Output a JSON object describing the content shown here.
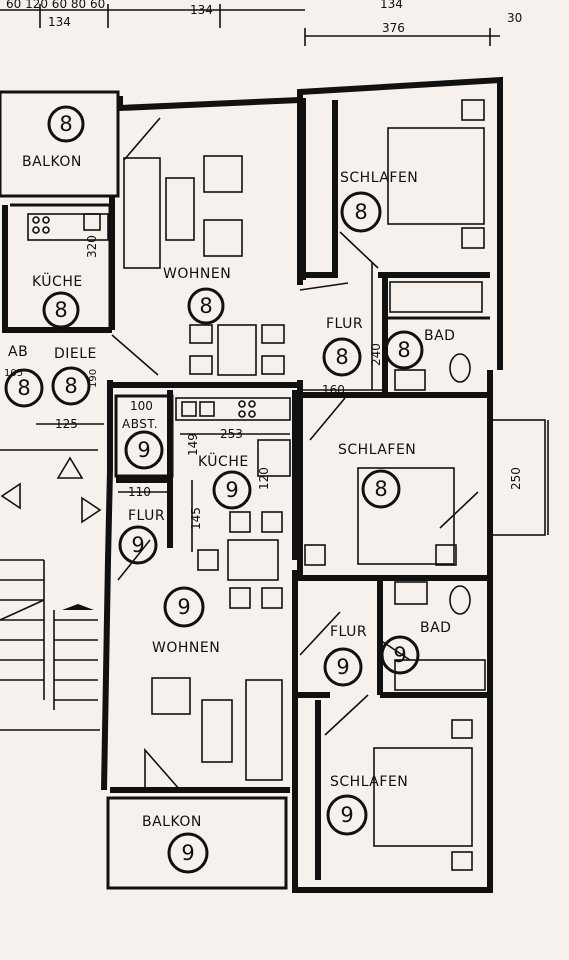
{
  "top_dimensions": {
    "left_partial": "60 120 60 80 60",
    "d1": "134",
    "d2": "134",
    "d3_top": "134",
    "d3": "376",
    "d4": "30"
  },
  "rooms": [
    {
      "name": "BALKON",
      "unit": "8"
    },
    {
      "name": "WOHNEN",
      "unit": "8"
    },
    {
      "name": "SCHLAFEN",
      "unit": "8"
    },
    {
      "name": "KÜCHE",
      "unit": "8"
    },
    {
      "name": "FLUR",
      "unit": "8"
    },
    {
      "name": "BAD",
      "unit": "8"
    },
    {
      "name": "DIELE",
      "unit": "8"
    },
    {
      "name": "AB",
      "unit": "8"
    },
    {
      "name": "SCHLAFEN",
      "unit": "8"
    },
    {
      "name": "ABST.",
      "unit": "9"
    },
    {
      "name": "KÜCHE",
      "unit": "9"
    },
    {
      "name": "FLUR",
      "unit": "9"
    },
    {
      "name": "WOHNEN",
      "unit": "9"
    },
    {
      "name": "FLUR",
      "unit": "9"
    },
    {
      "name": "BAD",
      "unit": "9"
    },
    {
      "name": "SCHLAFEN",
      "unit": "9"
    },
    {
      "name": "BALKON",
      "unit": "9"
    }
  ],
  "dimensions": {
    "kitchen8_width": "320",
    "ab_width": "105",
    "diele_depth": "125",
    "abst_width": "100",
    "kitchen9_width": "253",
    "kitchen9_depth": "145",
    "kitchen9_inner": "149",
    "kitchen9_counter": "120",
    "flur9_width": "110",
    "flur8_length": "240",
    "flur8_width": "160",
    "diele_height": "190",
    "window": "250"
  }
}
